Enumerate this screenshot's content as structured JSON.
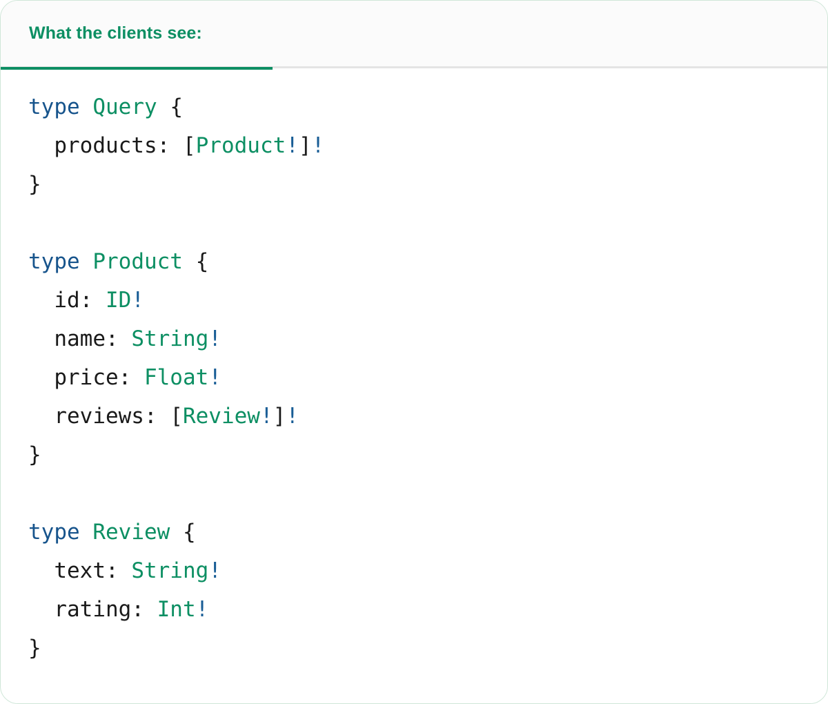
{
  "card": {
    "border_color": "#cfe6d8",
    "background": "#ffffff"
  },
  "header": {
    "tab_label": "What the clients see:",
    "accent_color": "#0d8f63",
    "background": "#fbfbfb",
    "divider_color": "#e4e4e4"
  },
  "colors": {
    "keyword": "#17548c",
    "type_name": "#0d8f63",
    "field_name": "#1a1a1a",
    "punctuation": "#1a1a1a",
    "non_null_bang": "#1a5e96"
  },
  "code": {
    "language": "graphql",
    "raw": "type Query {\n  products: [Product!]!\n}\n\ntype Product {\n  id: ID!\n  name: String!\n  price: Float!\n  reviews: [Review!]!\n}\n\ntype Review {\n  text: String!\n  rating: Int!\n}",
    "lines": [
      {
        "tokens": [
          {
            "t": "type",
            "c": "kw"
          },
          {
            "t": " ",
            "c": "punct"
          },
          {
            "t": "Query",
            "c": "typename"
          },
          {
            "t": " {",
            "c": "punct"
          }
        ]
      },
      {
        "tokens": [
          {
            "t": "  ",
            "c": "punct"
          },
          {
            "t": "products",
            "c": "field"
          },
          {
            "t": ": ",
            "c": "punct"
          },
          {
            "t": "[",
            "c": "bracket"
          },
          {
            "t": "Product",
            "c": "typename"
          },
          {
            "t": "!",
            "c": "bang"
          },
          {
            "t": "]",
            "c": "bracket"
          },
          {
            "t": "!",
            "c": "bang"
          }
        ]
      },
      {
        "tokens": [
          {
            "t": "}",
            "c": "punct"
          }
        ]
      },
      {
        "tokens": []
      },
      {
        "tokens": [
          {
            "t": "type",
            "c": "kw"
          },
          {
            "t": " ",
            "c": "punct"
          },
          {
            "t": "Product",
            "c": "typename"
          },
          {
            "t": " {",
            "c": "punct"
          }
        ]
      },
      {
        "tokens": [
          {
            "t": "  ",
            "c": "punct"
          },
          {
            "t": "id",
            "c": "field"
          },
          {
            "t": ": ",
            "c": "punct"
          },
          {
            "t": "ID",
            "c": "typename"
          },
          {
            "t": "!",
            "c": "bang"
          }
        ]
      },
      {
        "tokens": [
          {
            "t": "  ",
            "c": "punct"
          },
          {
            "t": "name",
            "c": "field"
          },
          {
            "t": ": ",
            "c": "punct"
          },
          {
            "t": "String",
            "c": "typename"
          },
          {
            "t": "!",
            "c": "bang"
          }
        ]
      },
      {
        "tokens": [
          {
            "t": "  ",
            "c": "punct"
          },
          {
            "t": "price",
            "c": "field"
          },
          {
            "t": ": ",
            "c": "punct"
          },
          {
            "t": "Float",
            "c": "typename"
          },
          {
            "t": "!",
            "c": "bang"
          }
        ]
      },
      {
        "tokens": [
          {
            "t": "  ",
            "c": "punct"
          },
          {
            "t": "reviews",
            "c": "field"
          },
          {
            "t": ": ",
            "c": "punct"
          },
          {
            "t": "[",
            "c": "bracket"
          },
          {
            "t": "Review",
            "c": "typename"
          },
          {
            "t": "!",
            "c": "bang"
          },
          {
            "t": "]",
            "c": "bracket"
          },
          {
            "t": "!",
            "c": "bang"
          }
        ]
      },
      {
        "tokens": [
          {
            "t": "}",
            "c": "punct"
          }
        ]
      },
      {
        "tokens": []
      },
      {
        "tokens": [
          {
            "t": "type",
            "c": "kw"
          },
          {
            "t": " ",
            "c": "punct"
          },
          {
            "t": "Review",
            "c": "typename"
          },
          {
            "t": " {",
            "c": "punct"
          }
        ]
      },
      {
        "tokens": [
          {
            "t": "  ",
            "c": "punct"
          },
          {
            "t": "text",
            "c": "field"
          },
          {
            "t": ": ",
            "c": "punct"
          },
          {
            "t": "String",
            "c": "typename"
          },
          {
            "t": "!",
            "c": "bang"
          }
        ]
      },
      {
        "tokens": [
          {
            "t": "  ",
            "c": "punct"
          },
          {
            "t": "rating",
            "c": "field"
          },
          {
            "t": ": ",
            "c": "punct"
          },
          {
            "t": "Int",
            "c": "typename"
          },
          {
            "t": "!",
            "c": "bang"
          }
        ]
      },
      {
        "tokens": [
          {
            "t": "}",
            "c": "punct"
          }
        ]
      }
    ]
  }
}
